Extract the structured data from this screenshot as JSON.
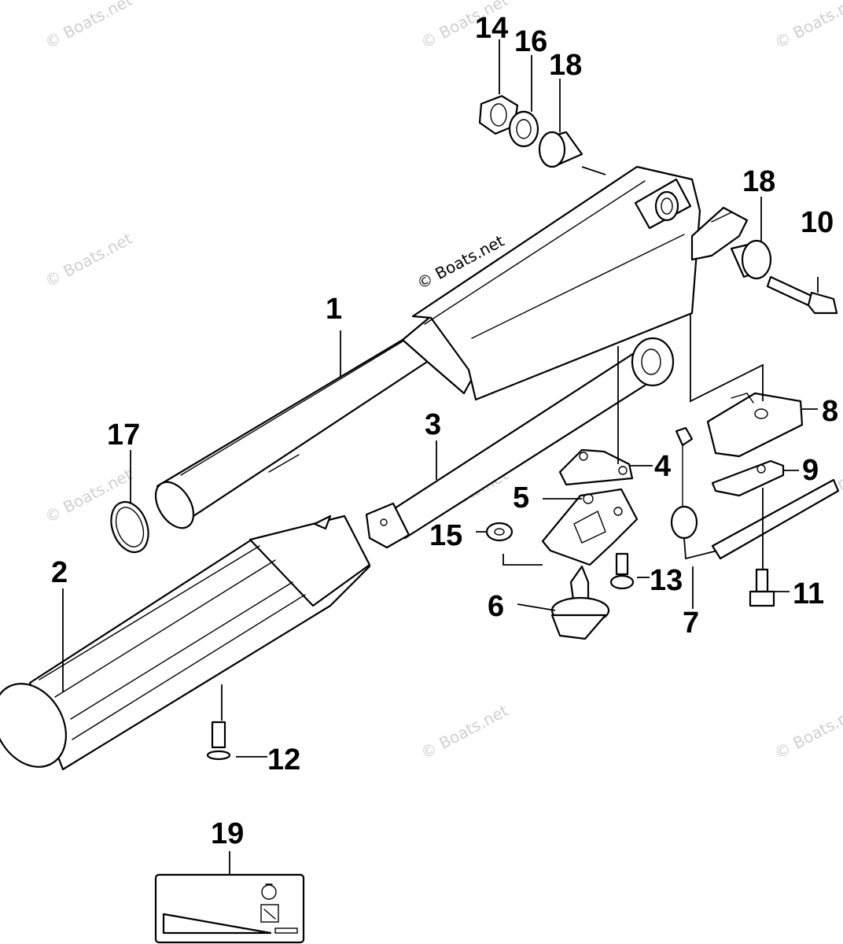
{
  "watermark": "© Boats.net",
  "parts": [
    {
      "id": "p1",
      "label": "1"
    },
    {
      "id": "p2",
      "label": "2"
    },
    {
      "id": "p3",
      "label": "3"
    },
    {
      "id": "p4",
      "label": "4"
    },
    {
      "id": "p5",
      "label": "5"
    },
    {
      "id": "p6",
      "label": "6"
    },
    {
      "id": "p7",
      "label": "7"
    },
    {
      "id": "p8",
      "label": "8"
    },
    {
      "id": "p9",
      "label": "9"
    },
    {
      "id": "p10",
      "label": "10"
    },
    {
      "id": "p11",
      "label": "11"
    },
    {
      "id": "p12",
      "label": "12"
    },
    {
      "id": "p13",
      "label": "13"
    },
    {
      "id": "p14",
      "label": "14"
    },
    {
      "id": "p15",
      "label": "15"
    },
    {
      "id": "p16",
      "label": "16"
    },
    {
      "id": "p17",
      "label": "17"
    },
    {
      "id": "p18a",
      "label": "18"
    },
    {
      "id": "p18b",
      "label": "18"
    },
    {
      "id": "p19",
      "label": "19"
    }
  ]
}
